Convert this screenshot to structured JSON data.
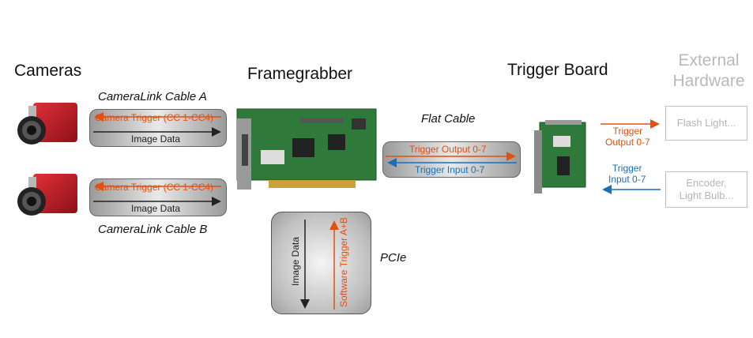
{
  "headings": {
    "cameras": "Cameras",
    "framegrabber": "Framegrabber",
    "trigger_board": "Trigger Board",
    "external_hardware_line1": "External",
    "external_hardware_line2": "Hardware"
  },
  "cables": {
    "cable_a_title": "CameraLink Cable A",
    "cable_b_title": "CameraLink Cable B",
    "camera_trigger": "Camera Trigger (CC 1-CC4)",
    "image_data": "Image Data",
    "flat_cable_title": "Flat Cable",
    "trigger_output": "Trigger Output 0-7",
    "trigger_input": "Trigger Input 0-7",
    "pcie_title": "PCIe",
    "pcie_image_data": "Image Data",
    "pcie_software_trigger": "Software Trigger A+B"
  },
  "external": {
    "trigger_output_line1": "Trigger",
    "trigger_output_line2": "Output 0-7",
    "trigger_input_line1": "Trigger",
    "trigger_input_line2": "Input 0-7",
    "flash_light": "Flash Light...",
    "encoder_line1": "Encoder,",
    "encoder_line2": "Light Bulb..."
  },
  "colors": {
    "trigger_orange": "#e05010",
    "input_blue": "#1a6fb8",
    "camera_red": "#c8202a",
    "pcb_green": "#2f7a3a"
  }
}
